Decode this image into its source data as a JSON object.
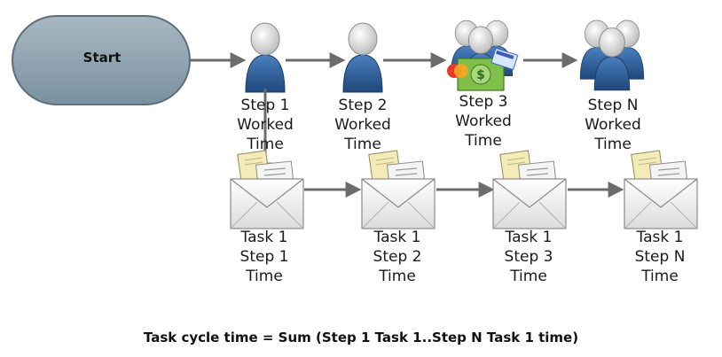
{
  "start": {
    "label": "Start"
  },
  "steps": [
    {
      "lines": [
        "Step 1",
        "Worked",
        "Time"
      ]
    },
    {
      "lines": [
        "Step 2",
        "Worked",
        "Time"
      ]
    },
    {
      "lines": [
        "Step 3",
        "Worked",
        "Time"
      ]
    },
    {
      "lines": [
        "Step N",
        "Worked",
        "Time"
      ]
    }
  ],
  "tasks": [
    {
      "lines": [
        "Task 1",
        "Step 1",
        "Time"
      ]
    },
    {
      "lines": [
        "Task 1",
        "Step 2",
        "Time"
      ]
    },
    {
      "lines": [
        "Task 1",
        "Step 3",
        "Time"
      ]
    },
    {
      "lines": [
        "Task 1",
        "Step N",
        "Time"
      ]
    }
  ],
  "formula": "Task cycle time = Sum (Step 1 Task 1..Step N Task 1 time)",
  "icons": {
    "step1": "person-icon",
    "step2": "person-icon",
    "step3": "group-payment-icon",
    "stepN": "group-icon",
    "task": "envelope-document-icon"
  },
  "colors": {
    "start_fill": "#8aa0ad",
    "person_body": "#2f5f96",
    "arrow": "#6b6b6b",
    "envelope_doc": "#f3ecb8"
  }
}
